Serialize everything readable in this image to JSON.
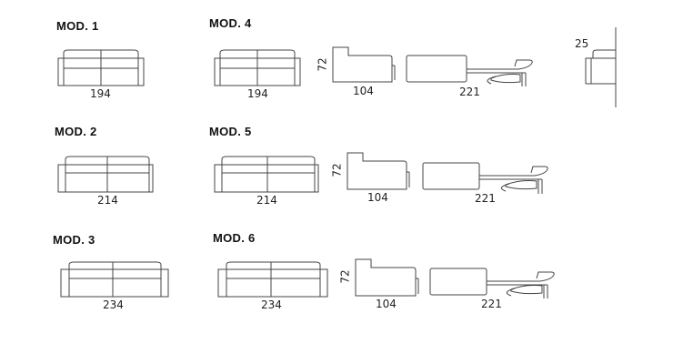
{
  "models": [
    {
      "label": "MOD. 1",
      "width": "194"
    },
    {
      "label": "MOD. 2",
      "width": "214"
    },
    {
      "label": "MOD. 3",
      "width": "234"
    },
    {
      "label": "MOD. 4",
      "width": "194",
      "side_depth": "104",
      "side_height": "72",
      "open_depth": "221"
    },
    {
      "label": "MOD. 5",
      "width": "214",
      "side_depth": "104",
      "side_height": "72",
      "open_depth": "221"
    },
    {
      "label": "MOD. 6",
      "width": "234",
      "side_depth": "104",
      "side_height": "72",
      "open_depth": "221"
    }
  ],
  "detail": {
    "value": "25"
  }
}
